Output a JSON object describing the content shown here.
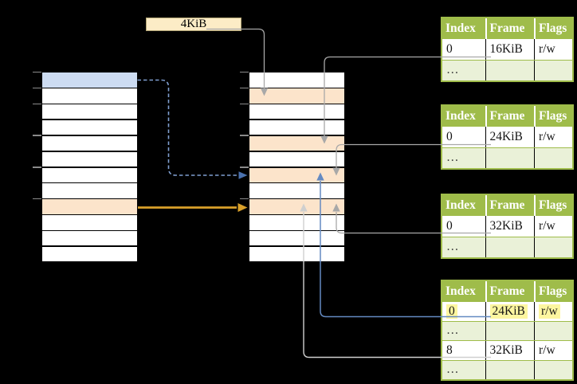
{
  "page_size_box": {
    "label": "4KiB"
  },
  "virtual_memory_stack": {
    "rows": [
      "blue",
      "white",
      "white",
      "white",
      "white",
      "white",
      "white",
      "white",
      "peach",
      "white",
      "white",
      "white"
    ]
  },
  "physical_memory_stack": {
    "rows": [
      "white",
      "peach",
      "white",
      "white",
      "peach",
      "white",
      "peach",
      "white",
      "peach",
      "white",
      "white",
      "white"
    ]
  },
  "table_headers": [
    "Index",
    "Frame",
    "Flags"
  ],
  "page_tables": [
    {
      "name": "page-table-1",
      "rows": [
        {
          "cells": [
            "0",
            "16KiB",
            "r/w"
          ],
          "highlight": false
        },
        {
          "cells": [
            "…",
            "",
            ""
          ],
          "highlight": false
        }
      ]
    },
    {
      "name": "page-table-2",
      "rows": [
        {
          "cells": [
            "0",
            "24KiB",
            "r/w"
          ],
          "highlight": false
        },
        {
          "cells": [
            "…",
            "",
            ""
          ],
          "highlight": false
        }
      ]
    },
    {
      "name": "page-table-3",
      "rows": [
        {
          "cells": [
            "0",
            "32KiB",
            "r/w"
          ],
          "highlight": false
        },
        {
          "cells": [
            "…",
            "",
            ""
          ],
          "highlight": false
        }
      ]
    },
    {
      "name": "page-table-4",
      "rows": [
        {
          "cells": [
            "0",
            "24KiB",
            "r/w"
          ],
          "highlight": true
        },
        {
          "cells": [
            "…",
            "",
            ""
          ],
          "highlight": false
        },
        {
          "cells": [
            "8",
            "32KiB",
            "r/w"
          ],
          "highlight": false
        },
        {
          "cells": [
            "…",
            "",
            ""
          ],
          "highlight": false
        }
      ]
    }
  ],
  "colors": {
    "background": "#000000",
    "row_white": "#ffffff",
    "row_blue": "#cddcf2",
    "row_peach": "#fce4cb",
    "box_cream": "#fcecc6",
    "table_green": "#9fbc4a",
    "table_row_light": "#eaf1d8",
    "highlight_yellow": "#fdf6a0",
    "connector_gray": "#a8a8a8",
    "connector_light": "#cfcfcf",
    "connector_blue": "#648ac2",
    "dashed_blue": "#7f9ed0",
    "dashed_blue_head": "#4a71ae",
    "arrow_orange": "#d9a02a",
    "tick_gray": "#8a8a8a"
  }
}
